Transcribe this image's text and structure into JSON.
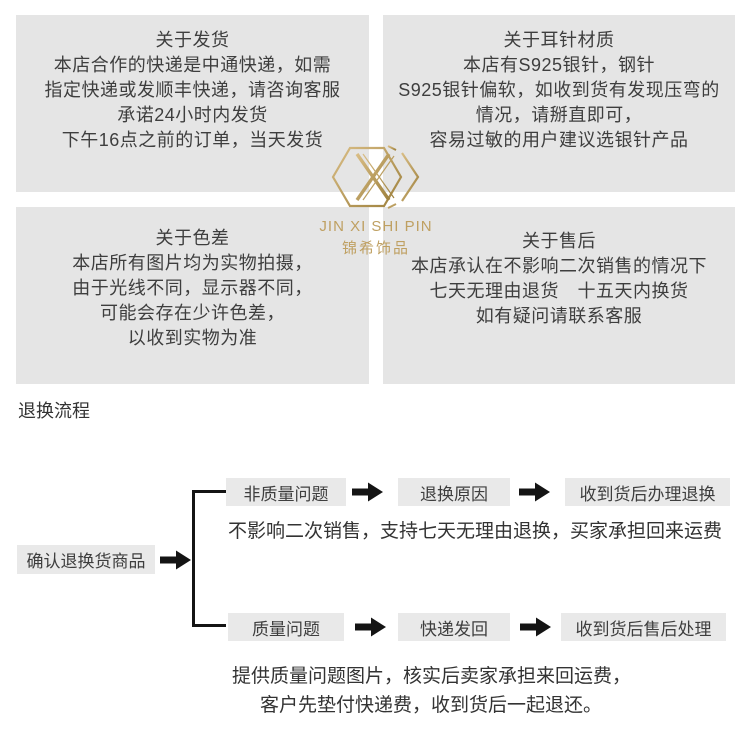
{
  "colors": {
    "info_box_bg": "#e5e5e5",
    "flow_box_bg": "#e9e9e9",
    "text": "#3e3e3e",
    "gold": "#bfa062",
    "connector": "#141414"
  },
  "logo": {
    "latin": "JIN XI SHI PIN",
    "cjk": "锦希饰品"
  },
  "info_boxes": {
    "shipping": {
      "title": "关于发货",
      "lines": [
        "本店合作的快递是中通快递，如需",
        "指定快递或发顺丰快递，请咨询客服",
        "承诺24小时内发货",
        "下午16点之前的订单，当天发货"
      ]
    },
    "material": {
      "title": "关于耳针材质",
      "lines": [
        "本店有S925银针，钢针",
        "S925银针偏软，如收到货有发现压弯的",
        "情况，请掰直即可，",
        "容易过敏的用户建议选银针产品"
      ]
    },
    "colordiff": {
      "title": "关于色差",
      "lines": [
        "本店所有图片均为实物拍摄，",
        "由于光线不同，显示器不同，",
        "可能会存在少许色差，",
        "以收到实物为准"
      ]
    },
    "aftersale": {
      "title": "关于售后",
      "lines": [
        "本店承认在不影响二次销售的情况下",
        "七天无理由退货　十五天内换货",
        "如有疑问请联系客服"
      ]
    }
  },
  "flow": {
    "heading": "退换流程",
    "root_label": "确认退换货商品",
    "branch_top": {
      "steps": [
        "非质量问题",
        "退换原因",
        "收到货后办理退换"
      ],
      "note": "不影响二次销售，支持七天无理由退换，买家承担回来运费"
    },
    "branch_bottom": {
      "steps": [
        "质量问题",
        "快递发回",
        "收到货后售后处理"
      ],
      "note_line1": "提供质量问题图片，核实后卖家承担来回运费，",
      "note_line2": "客户先垫付快递费，收到货后一起退还。"
    }
  }
}
